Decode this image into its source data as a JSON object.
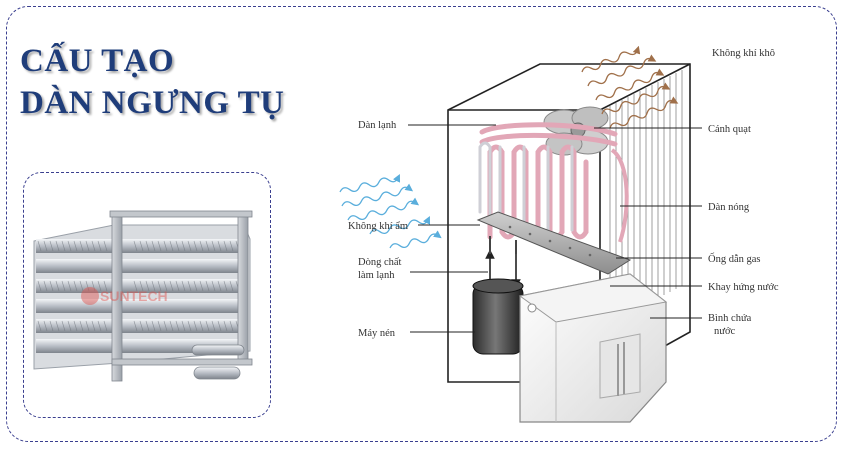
{
  "title": {
    "line1": "CẤU TẠO",
    "line2": "DÀN NGƯNG TỤ"
  },
  "photo": {
    "watermark": "SUNTECH"
  },
  "labels": {
    "dry_air": "Không khí khô",
    "fan": "Cánh quạt",
    "cold_coil": "Dàn lạnh",
    "hot_coil": "Dàn nóng",
    "humid_air": "Không khí ẩm",
    "gas_pipe": "Ống dẫn gas",
    "refrigerant_line1": "Dòng chất",
    "refrigerant_line2": "làm lạnh",
    "drip_tray": "Khay hứng nước",
    "compressor": "Máy nén",
    "tank_line1": "Bình chứa",
    "tank_line2": "nước"
  },
  "colors": {
    "title": "#1f3d7a",
    "frame_border": "#3a3f8f",
    "dry_air_wave": "#a0704a",
    "humid_air_wave": "#5aaedc",
    "coil_pink": "#e2a7b7",
    "fin_metal": "#c8ccd2"
  }
}
